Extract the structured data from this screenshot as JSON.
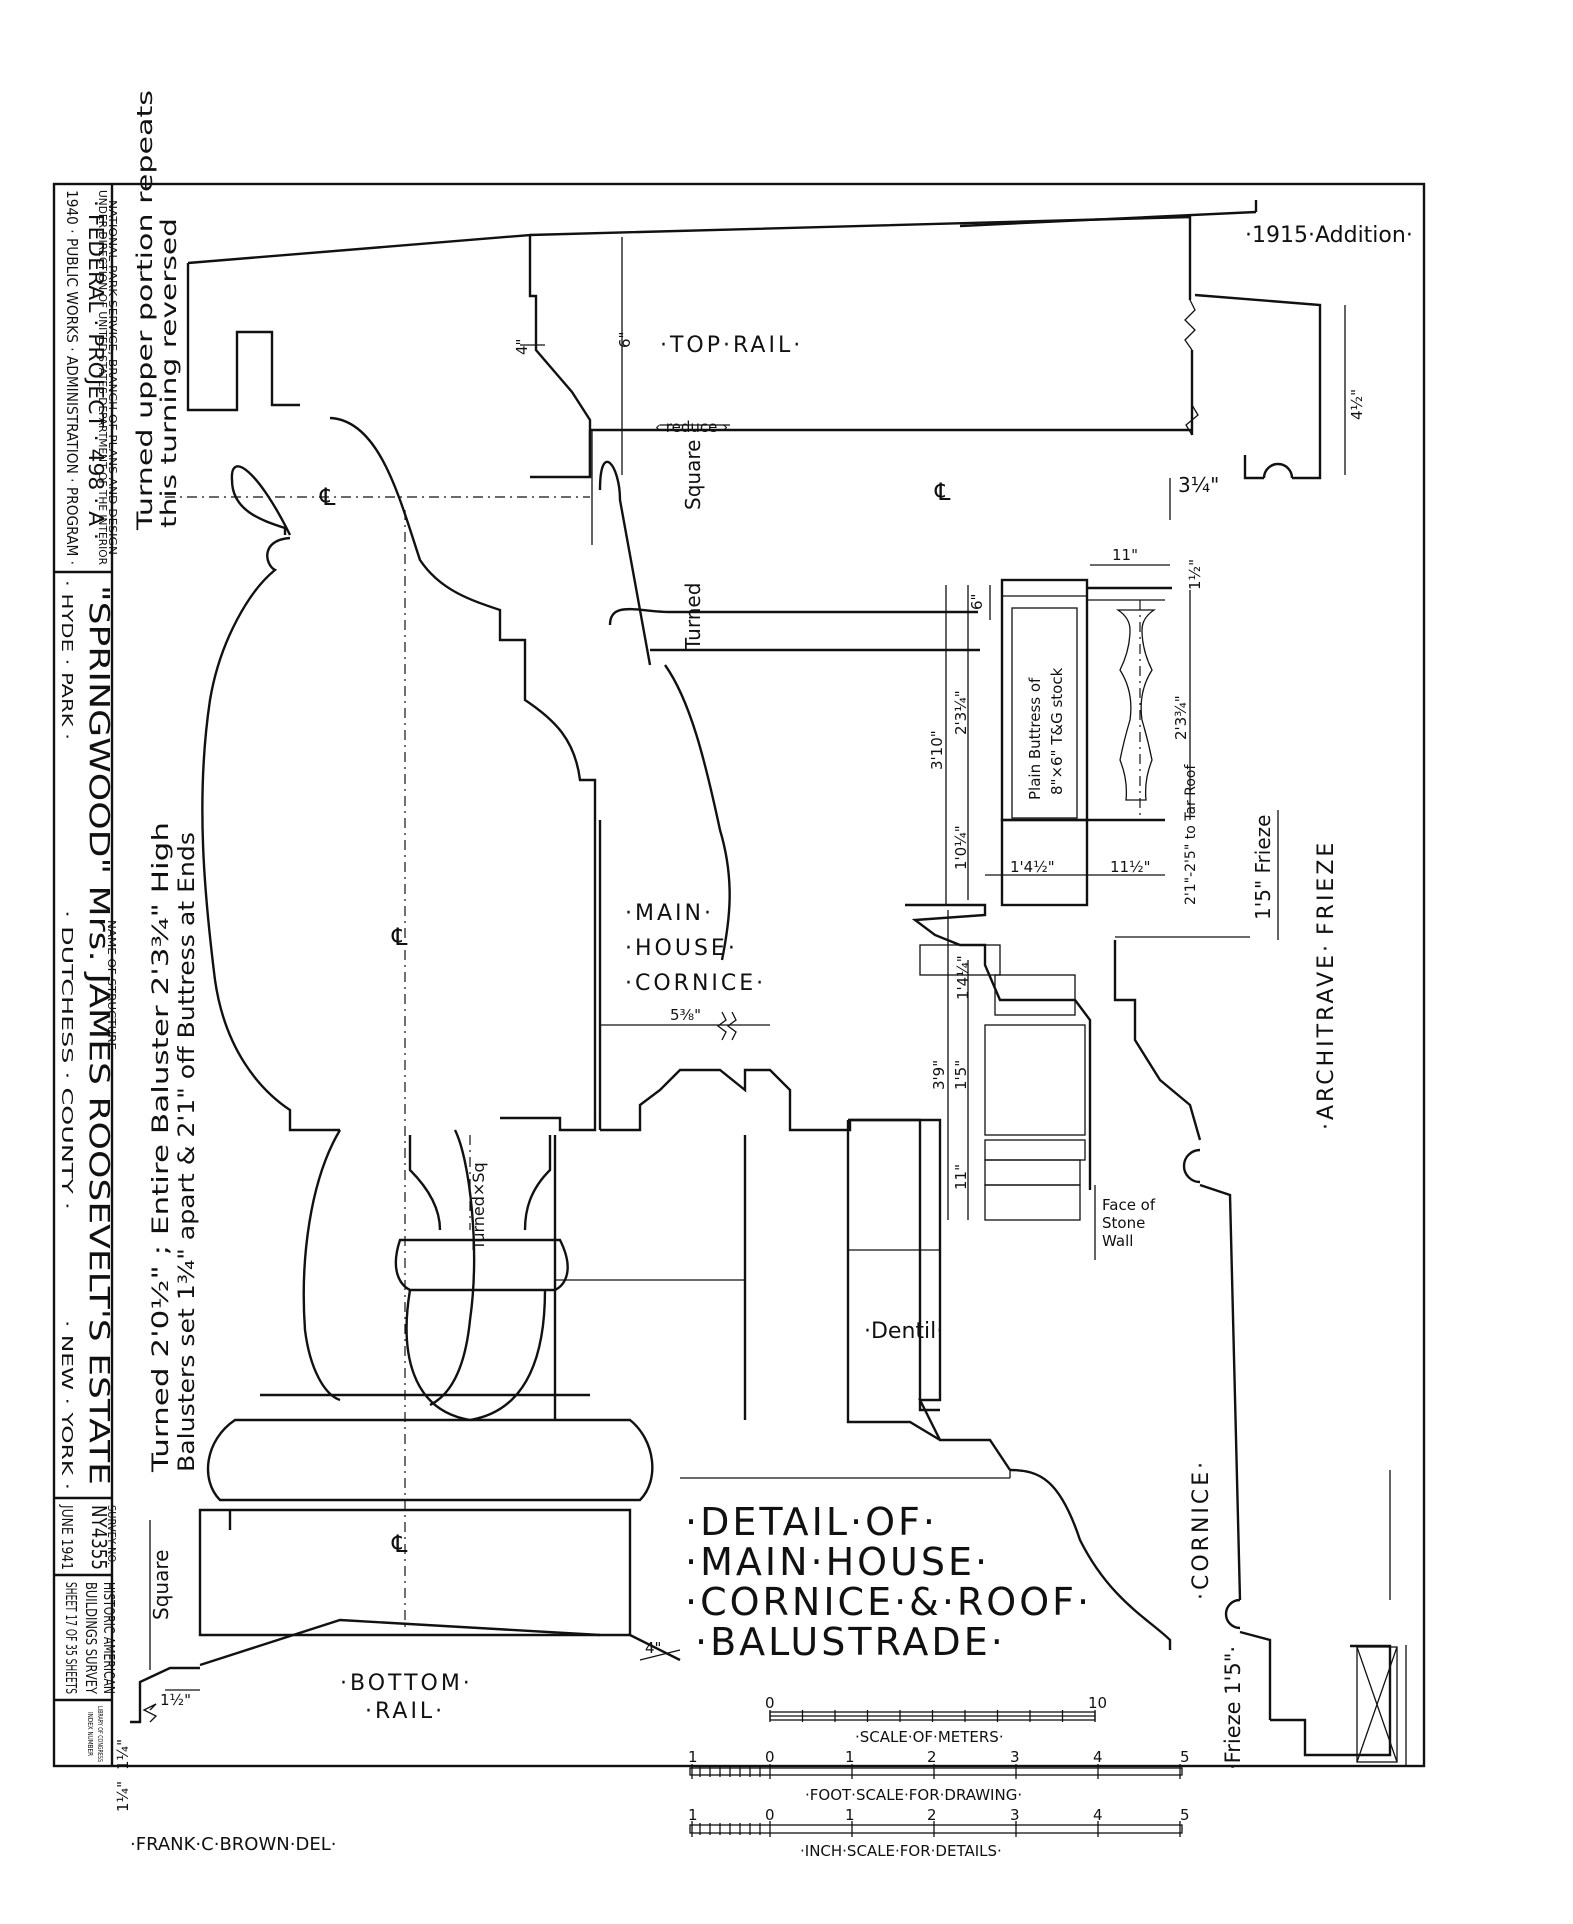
{
  "title_block": {
    "program": "1940 · PUBLIC WORKS · ADMINISTRATION · PROGRAM ·",
    "project": "· FEDERAL · PROJECT · 498 · A ·",
    "direction_line1": "UNDER DIRECTION OF UNITED STATES DEPARTMENT OF THE INTERIOR",
    "direction_line2": "NATIONAL PARK SERVICE, BRANCH OF PLANS AND DESIGN",
    "name_label": "NAME OF STRUCTURE",
    "structure_name": "\"SPRINGWOOD\" Mrs. JAMES ROOSEVELT'S ESTATE",
    "location_1": "· HYDE · PARK ·",
    "location_2": "· DUTCHESS · COUNTY ·",
    "location_3": "· NEW · YORK ·",
    "survey_label": "SURVEY NO.",
    "survey_no": "NY4355",
    "date": "JUNE 1941",
    "habs_1": "HISTORIC AMERICAN",
    "habs_2": "BUILDINGS SURVEY",
    "sheet": "SHEET 17 OF 35 SHEETS",
    "loc_1": "LIBRARY OF CONGRESS",
    "loc_2": "INDEX NUMBER"
  },
  "notes": {
    "repeat_line1": "Turned upper portion repeats",
    "repeat_line2": "this turning reversed",
    "baluster_line1": "Turned 2'0½\" ; Entire Baluster 2'3¾\" High",
    "baluster_line2": "Balusters set 1¾\" apart & 2'1\" off Buttress at Ends"
  },
  "labels": {
    "addition": "·1915·Addition·",
    "top_rail": "·TOP·RAIL·",
    "reduce": "‹ reduce ›",
    "square": "Square",
    "turned": "Turned",
    "main_house_1": "·MAIN·",
    "main_house_2": "·HOUSE·",
    "main_house_3": "·CORNICE·",
    "dentil": "·Dentil·",
    "bottom_rail_1": "·BOTTOM·",
    "bottom_rail_2": "·RAIL·",
    "turned_sq": "Turned×Sq",
    "plain_buttress_1": "Plain Buttress of",
    "plain_buttress_2": "8\"×6\" T&G stock",
    "face_stone_1": "Face of",
    "face_stone_2": "Stone",
    "face_stone_3": "Wall",
    "frieze_top": "1'5\" Frieze",
    "frieze_vert": "FRIEZE",
    "architrave": "·ARCHITRAVE·",
    "cornice": "·CORNICE·",
    "frieze_bottom": "·Frieze 1'5\"·",
    "credit": "·FRANK·C·BROWN·DEL·"
  },
  "drawing_title": {
    "line1": "·DETAIL·OF·",
    "line2": "·MAIN·HOUSE·",
    "line3": "·CORNICE·&·ROOF·",
    "line4": "·BALUSTRADE·"
  },
  "dimensions": {
    "top_rail_height": "6\"",
    "top_left": "4\"",
    "right_rail": "4½\"",
    "right_step": "3¼\"",
    "cornice_width": "5⅜\"",
    "bottom_4": "4\"",
    "bottom_1_half": "1½\"",
    "left_small_1": "1¼\"",
    "left_small_2": "1¼\"",
    "el_11": "11\"",
    "el_1_5": "1½\"",
    "el_6": "6\"",
    "el_3_10": "3'10\"",
    "el_2_3_1": "2'3¼\"",
    "el_2_3_2": "2'3¾\"",
    "el_1_0": "1'0¼\"",
    "el_1_4": "1'4½\"",
    "el_11_half": "11½\"",
    "el_3_9": "3'9\"",
    "el_1_5b": "1'5\"",
    "el_11b": "11\"",
    "el_roof": "2'1\"-2'5\" to Tar Roof",
    "el_14": "1'4¼\""
  },
  "scales": {
    "meters_label": "·SCALE·OF·METERS·",
    "meters_0": "0",
    "meters_10": "10",
    "foot_label": "·FOOT·SCALE·FOR·DRAWING·",
    "inch_label": "·INCH·SCALE·FOR·DETAILS·",
    "ticks": [
      "1",
      "0",
      "1",
      "2",
      "3",
      "4",
      "5"
    ]
  }
}
